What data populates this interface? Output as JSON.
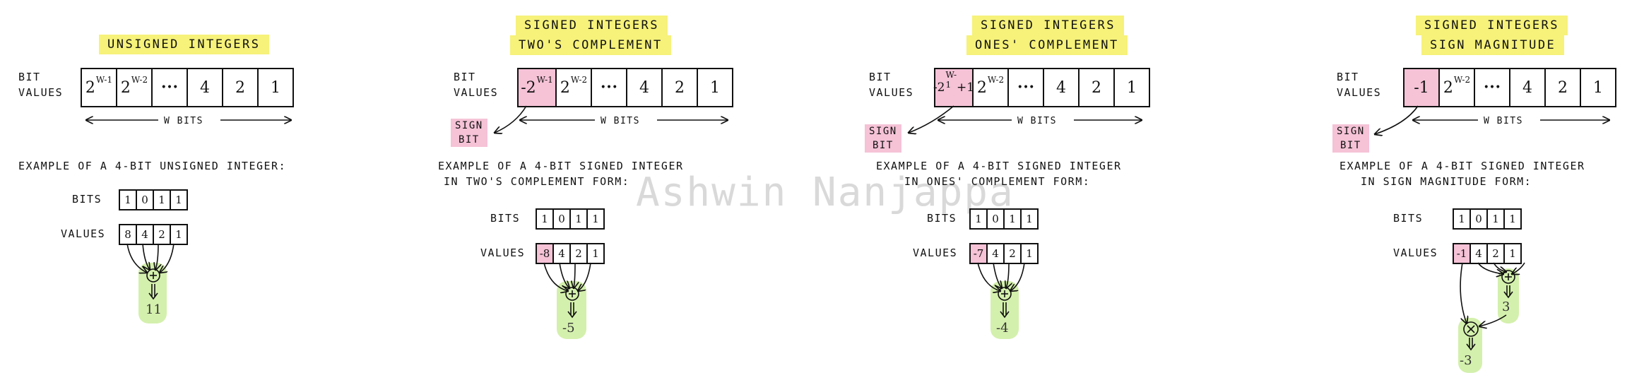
{
  "watermark": "Ashwin Nanjappa",
  "panels": [
    {
      "title": [
        "UNSIGNED INTEGERS"
      ],
      "bit_values_label": [
        "BIT",
        "VALUES"
      ],
      "bit_cells": [
        "2",
        "2",
        "•••",
        "4",
        "2",
        "1"
      ],
      "bit_sups": [
        "W-1",
        "W-2"
      ],
      "width_label": "W BITS",
      "example": [
        "EXAMPLE OF A 4-BIT UNSIGNED INTEGER:"
      ],
      "bits_label": "BITS",
      "bits": [
        "1",
        "0",
        "1",
        "1"
      ],
      "values_label": "VALUES",
      "values": [
        "8",
        "4",
        "2",
        "1"
      ],
      "op": "+",
      "result": "11"
    },
    {
      "title": [
        "SIGNED INTEGERS",
        "TWO'S COMPLEMENT"
      ],
      "bit_values_label": [
        "BIT",
        "VALUES"
      ],
      "bit_cells": [
        "-2",
        "2",
        "•••",
        "4",
        "2",
        "1"
      ],
      "bit_sups": [
        "W-1",
        "W-2"
      ],
      "width_label": "W BITS",
      "sign_label": [
        "SIGN",
        "BIT"
      ],
      "example": [
        "EXAMPLE OF A 4-BIT SIGNED INTEGER",
        "IN TWO'S COMPLEMENT FORM:"
      ],
      "bits_label": "BITS",
      "bits": [
        "1",
        "0",
        "1",
        "1"
      ],
      "values_label": "VALUES",
      "values": [
        "-8",
        "4",
        "2",
        "1"
      ],
      "op": "+",
      "result": "-5"
    },
    {
      "title": [
        "SIGNED INTEGERS",
        "ONES' COMPLEMENT"
      ],
      "bit_values_label": [
        "BIT",
        "VALUES"
      ],
      "bit_cells": [
        "-2",
        "2",
        "•••",
        "4",
        "2",
        "1"
      ],
      "bit_first_suffix": "+1",
      "bit_sups": [
        "W-1",
        "W-2"
      ],
      "width_label": "W BITS",
      "sign_label": [
        "SIGN",
        "BIT"
      ],
      "example": [
        "EXAMPLE OF A 4-BIT SIGNED INTEGER",
        "IN ONES' COMPLEMENT FORM:"
      ],
      "bits_label": "BITS",
      "bits": [
        "1",
        "0",
        "1",
        "1"
      ],
      "values_label": "VALUES",
      "values": [
        "-7",
        "4",
        "2",
        "1"
      ],
      "op": "+",
      "result": "-4"
    },
    {
      "title": [
        "SIGNED INTEGERS",
        "SIGN MAGNITUDE"
      ],
      "bit_values_label": [
        "BIT",
        "VALUES"
      ],
      "bit_cells": [
        "-1",
        "2",
        "•••",
        "4",
        "2",
        "1"
      ],
      "bit_sups": [
        "",
        "W-2"
      ],
      "width_label": "W BITS",
      "sign_label": [
        "SIGN",
        "BIT"
      ],
      "example": [
        "EXAMPLE OF A 4-BIT SIGNED INTEGER",
        "IN SIGN MAGNITUDE FORM:"
      ],
      "bits_label": "BITS",
      "bits": [
        "1",
        "0",
        "1",
        "1"
      ],
      "values_label": "VALUES",
      "values": [
        "-1",
        "4",
        "2",
        "1"
      ],
      "op": "+",
      "partial_result": "3",
      "op2": "*",
      "result": "-3"
    }
  ],
  "colors": {
    "title_highlight": "#f6f27a",
    "sign_pink": "#f5c2d6",
    "result_green": "#d4f0ad"
  }
}
